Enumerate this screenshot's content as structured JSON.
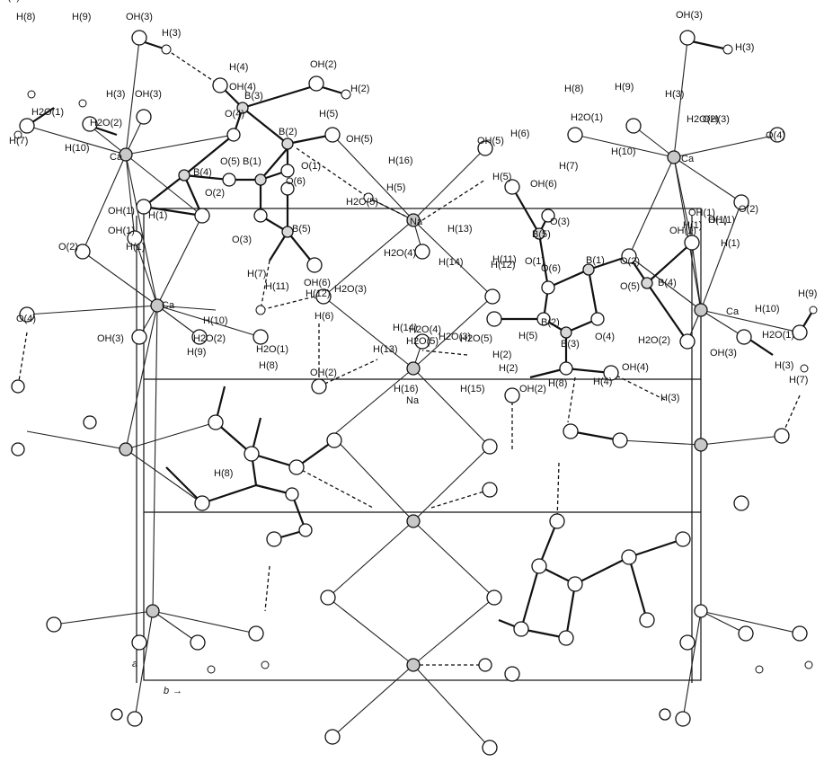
{
  "axis": {
    "b_label": "b",
    "b_arrow": "→",
    "a_label": "a"
  },
  "labels": [
    "OH(3)",
    "H(3)",
    "H(4)",
    "OH(4)",
    "B(3)",
    "OH(2)",
    "H(2)",
    "H(8)",
    "H(9)",
    "H2O(1)",
    "H(3)",
    "OH(3)",
    "H2O(2)",
    "H(10)",
    "Ca",
    "H(7)",
    "O(4)",
    "B(2)",
    "H(5)",
    "OH(5)",
    "O(5)",
    "B(1)",
    "O(1)",
    "O(6)",
    "B(4)",
    "O(2)",
    "OH(1)",
    "H(1)",
    "OH(1)",
    "H(1)",
    "O(2)",
    "O(3)",
    "B(5)",
    "H(5)",
    "H(16)",
    "Na",
    "H2O(5)",
    "H(13)",
    "H2O(4)",
    "H(14)",
    "OH(6)",
    "H(11)",
    "H(12)",
    "H2O(3)",
    "H(7)",
    "O(4)",
    "Ca",
    "H(10)",
    "OH(3)",
    "H2O(2)",
    "H2O(1)",
    "H(9)",
    "H(8)",
    "H(6)",
    "OH(2)",
    "H(13)",
    "H(14)",
    "H2O(4)",
    "H2O(5)",
    "H(2)",
    "H2O(3)",
    "H(12)",
    "H(11)",
    "OH(5)",
    "H(6)",
    "H(5)",
    "OH(6)",
    "B(5)",
    "O(3)",
    "O(1)",
    "O(6)",
    "B(1)",
    "O(2)",
    "OH(1)",
    "H(1)",
    "B(4)",
    "O(5)",
    "B(2)",
    "H(5)",
    "O(4)",
    "B(3)",
    "H2O(5)",
    "H(2)",
    "OH(4)",
    "OH(2)",
    "H(4)",
    "H(3)",
    "H(16)",
    "Na",
    "H(15)",
    "H(8)",
    "H(7)",
    "H2O(1)",
    "H(10)",
    "H2O(2)",
    "H(3)",
    "OH(3)",
    "H(9)",
    "H(8)",
    "OH(3)",
    "H(3)",
    "Ca",
    "O(4)",
    "O(2)",
    "OH(1)",
    "H(1)",
    "OH(1)",
    "H(1)",
    "Ca",
    "H(10)",
    "H2O(1)",
    "H2O(2)",
    "OH(3)",
    "H(3)",
    "H(9)",
    "H(7)",
    "H(8)",
    "O(5)"
  ]
}
